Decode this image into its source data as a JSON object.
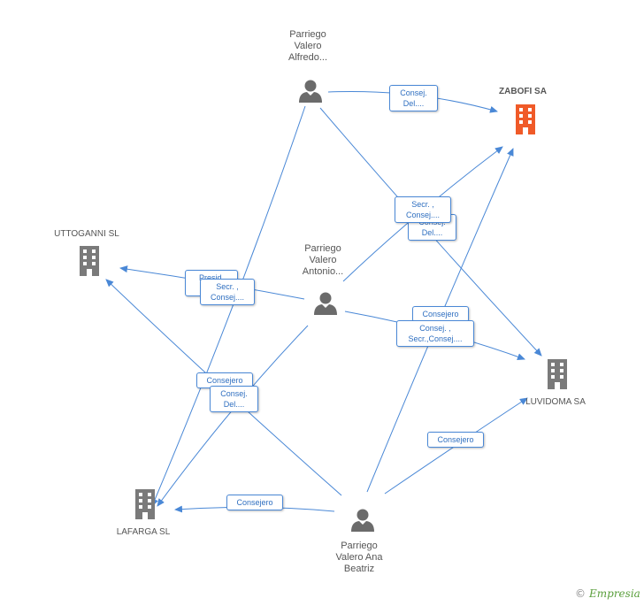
{
  "nodes": {
    "alfredo": {
      "label": "Parriego\nValero\nAlfredo..."
    },
    "antonio": {
      "label": "Parriego\nValero\nAntonio..."
    },
    "ana": {
      "label": "Parriego\nValero Ana\nBeatriz"
    },
    "zabofi": {
      "label": "ZABOFI SA"
    },
    "uttoganni": {
      "label": "UTTOGANNI SL"
    },
    "luvidoma": {
      "label": "LUVIDOMA SA"
    },
    "lafarga": {
      "label": "LAFARGA  SL"
    }
  },
  "edge_labels": {
    "alfredo_zabofi": "Consej.\nDel....",
    "antonio_luvidoma_back": "Consej.\nDel....",
    "antonio_zabofi": "Secr. ,\nConsej....",
    "antonio_uttoganni_back": "Presid.\nCo...",
    "antonio_uttoganni": "Secr. ,\nConsej....",
    "ana_luvidoma_top": "Consejero",
    "alfredo_luvidoma": "Consej. ,\nSecr.,Consej....",
    "ana_uttoganni_back": "Consejero",
    "ana_uttoganni": "Consej.\nDel....",
    "ana_luvidoma": "Consejero",
    "ana_lafarga": "Consejero"
  },
  "colors": {
    "edge": "#4a88d6",
    "person": "#6b6b6b",
    "company": "#7a7a7a",
    "focus_company": "#f05a28"
  },
  "brand": {
    "copyright": "©",
    "name": "Empresia"
  }
}
